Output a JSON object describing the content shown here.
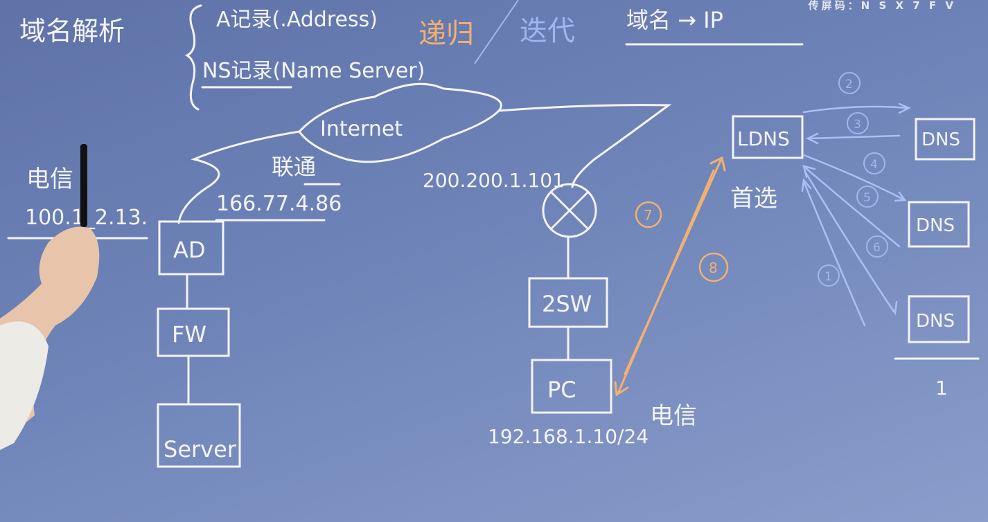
{
  "watermark": "传屏码：N S X 7 F V",
  "heading": {
    "title": "域名解析",
    "a_record": "A记录(.Address)",
    "ns_record": "NS记录(Name Server)",
    "recursive": "递归",
    "iterative": "迭代",
    "domain_to_ip": "域名 → IP"
  },
  "internet": "Internet",
  "left_site": {
    "isp_label": "电信",
    "isp_ip": "100.1_2.13.",
    "unicom_label": "联通",
    "unicom_ip": "166.77.4.86",
    "ad": "AD",
    "fw": "FW",
    "server": "Server"
  },
  "right_site": {
    "wan_ip": "200.200.1.101",
    "switch": "2SW",
    "pc": "PC",
    "pc_ip": "192.168.1.10/24",
    "pc_isp": "电信"
  },
  "dns": {
    "ldns": "LDNS",
    "preferred": "首选",
    "servers": [
      "DNS",
      "DNS",
      "DNS"
    ],
    "tree_mark": "1"
  },
  "steps": {
    "s1": "1",
    "s2": "2",
    "s3": "3",
    "s4": "4",
    "s5": "5",
    "s6": "6",
    "s7": "7",
    "s8": "8"
  },
  "colors": {
    "board": "#6e84b8",
    "chalk": "#f4f4f8",
    "orange": "#f2b071",
    "blue": "#9fb7f0"
  }
}
